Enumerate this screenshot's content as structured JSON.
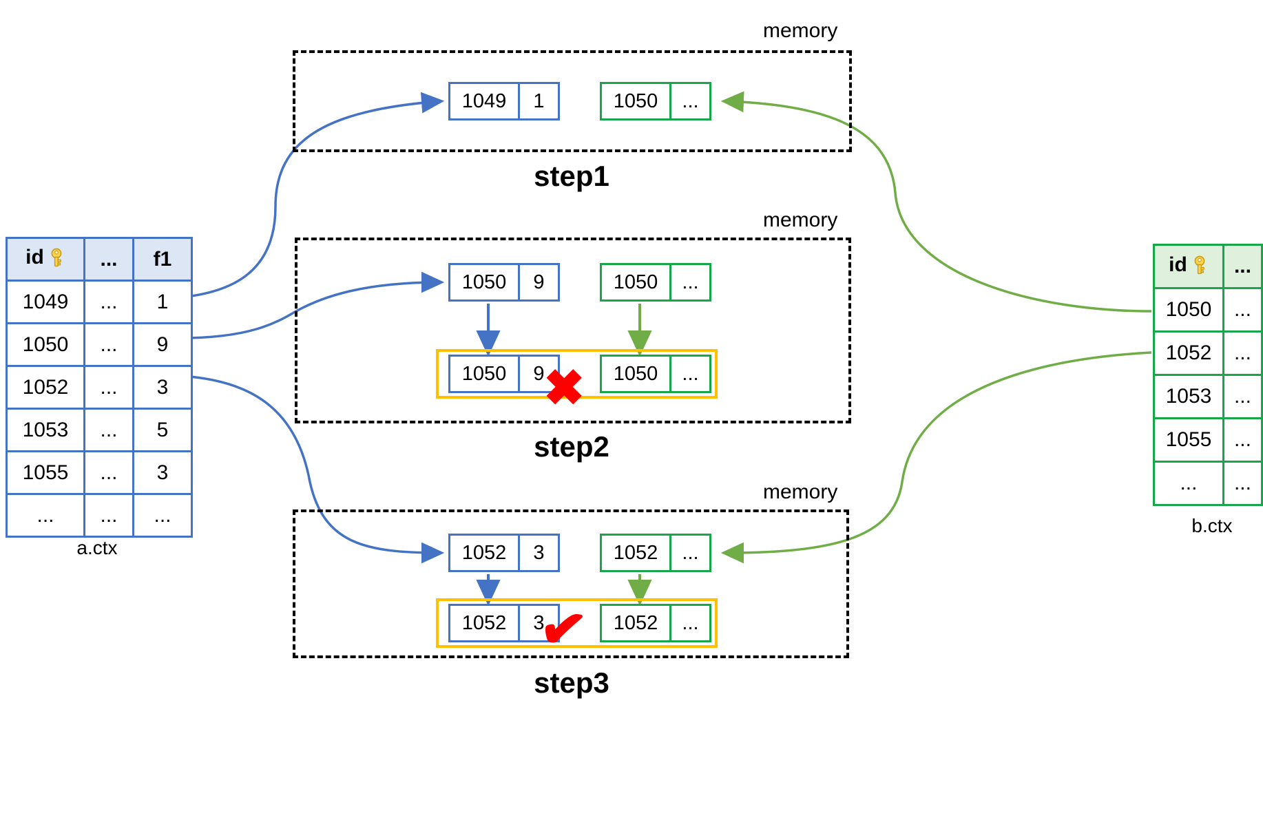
{
  "tables": {
    "actx": {
      "name": "a.ctx",
      "accent": "#4472c4",
      "header_bg": "#dce6f5",
      "columns": [
        "id",
        "...",
        "f1"
      ],
      "key_icon": "key-icon",
      "rows": [
        [
          "1049",
          "...",
          "1"
        ],
        [
          "1050",
          "...",
          "9"
        ],
        [
          "1052",
          "...",
          "3"
        ],
        [
          "1053",
          "...",
          "5"
        ],
        [
          "1055",
          "...",
          "3"
        ],
        [
          "...",
          "...",
          "..."
        ]
      ]
    },
    "bctx": {
      "name": "b.ctx",
      "accent": "#17a74a",
      "header_bg": "#dff0dc",
      "columns": [
        "id",
        "..."
      ],
      "key_icon": "key-icon",
      "rows": [
        [
          "1050",
          "..."
        ],
        [
          "1052",
          "..."
        ],
        [
          "1053",
          "..."
        ],
        [
          "1055",
          "..."
        ],
        [
          "...",
          "..."
        ]
      ]
    }
  },
  "steps": [
    {
      "id": "step1",
      "label": "step1",
      "memory_label": "memory",
      "top_row": {
        "blue": {
          "key": "1049",
          "value": "1"
        },
        "green": {
          "key": "1050",
          "value": "..."
        }
      },
      "compare_row": null,
      "mark": null
    },
    {
      "id": "step2",
      "label": "step2",
      "memory_label": "memory",
      "top_row": {
        "blue": {
          "key": "1050",
          "value": "9"
        },
        "green": {
          "key": "1050",
          "value": "..."
        }
      },
      "compare_row": {
        "blue": {
          "key": "1050",
          "value": "9"
        },
        "green": {
          "key": "1050",
          "value": "..."
        },
        "highlight_color": "#ffc000"
      },
      "mark": {
        "glyph": "✖",
        "name": "cross-mark",
        "color": "#ff0000"
      }
    },
    {
      "id": "step3",
      "label": "step3",
      "memory_label": "memory",
      "top_row": {
        "blue": {
          "key": "1052",
          "value": "3"
        },
        "green": {
          "key": "1052",
          "value": "..."
        }
      },
      "compare_row": {
        "blue": {
          "key": "1052",
          "value": "3"
        },
        "green": {
          "key": "1052",
          "value": "..."
        },
        "highlight_color": "#ffc000"
      },
      "mark": {
        "glyph": "✔",
        "name": "check-mark",
        "color": "#ff0000"
      }
    }
  ],
  "connectors": {
    "blue_color": "#4472c4",
    "green_color": "#70ad47",
    "from_actx_label": "a.ctx row feeds step",
    "from_bctx_label": "b.ctx row feeds step"
  }
}
